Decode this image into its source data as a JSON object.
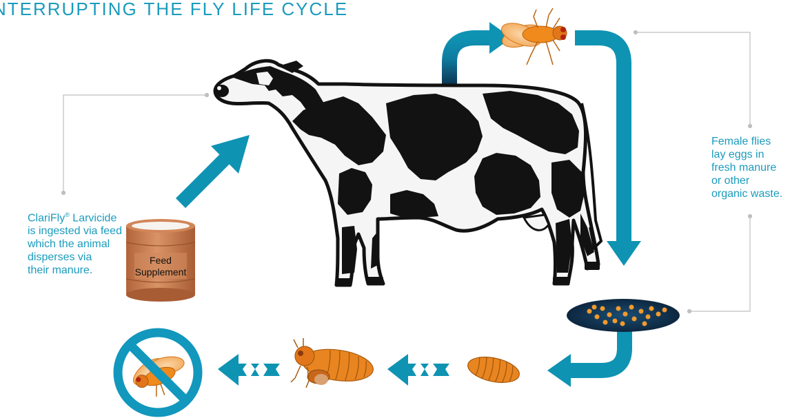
{
  "title": "NTERRUPTING THE FLY LIFE CYCLE",
  "left_caption": {
    "line1_brand": "ClariFly",
    "line1_mark": "®",
    "line1_rest": " Larvicide",
    "line2": "is ingested via feed",
    "line3": "which the animal",
    "line4": "disperses via",
    "line5": "their manure."
  },
  "right_caption": {
    "line1": "Female flies",
    "line2": "lay eggs in",
    "line3": "fresh manure",
    "line4": "or other",
    "line5": "organic waste."
  },
  "feed_barrel": {
    "line1": "Feed",
    "line2": "Supplement"
  },
  "colors": {
    "accent": "#1a9bbd",
    "arrow": "#0f93b3",
    "cow_black": "#121212",
    "fly_orange": "#f08a1c",
    "barrel": "#c8784a",
    "leader_line": "#bfbfbf",
    "no_sign": "#1297bd"
  },
  "icons": [
    "cow",
    "fly",
    "eggs-in-manure",
    "larva",
    "pupa",
    "feed-barrel",
    "no-fly-sign"
  ]
}
